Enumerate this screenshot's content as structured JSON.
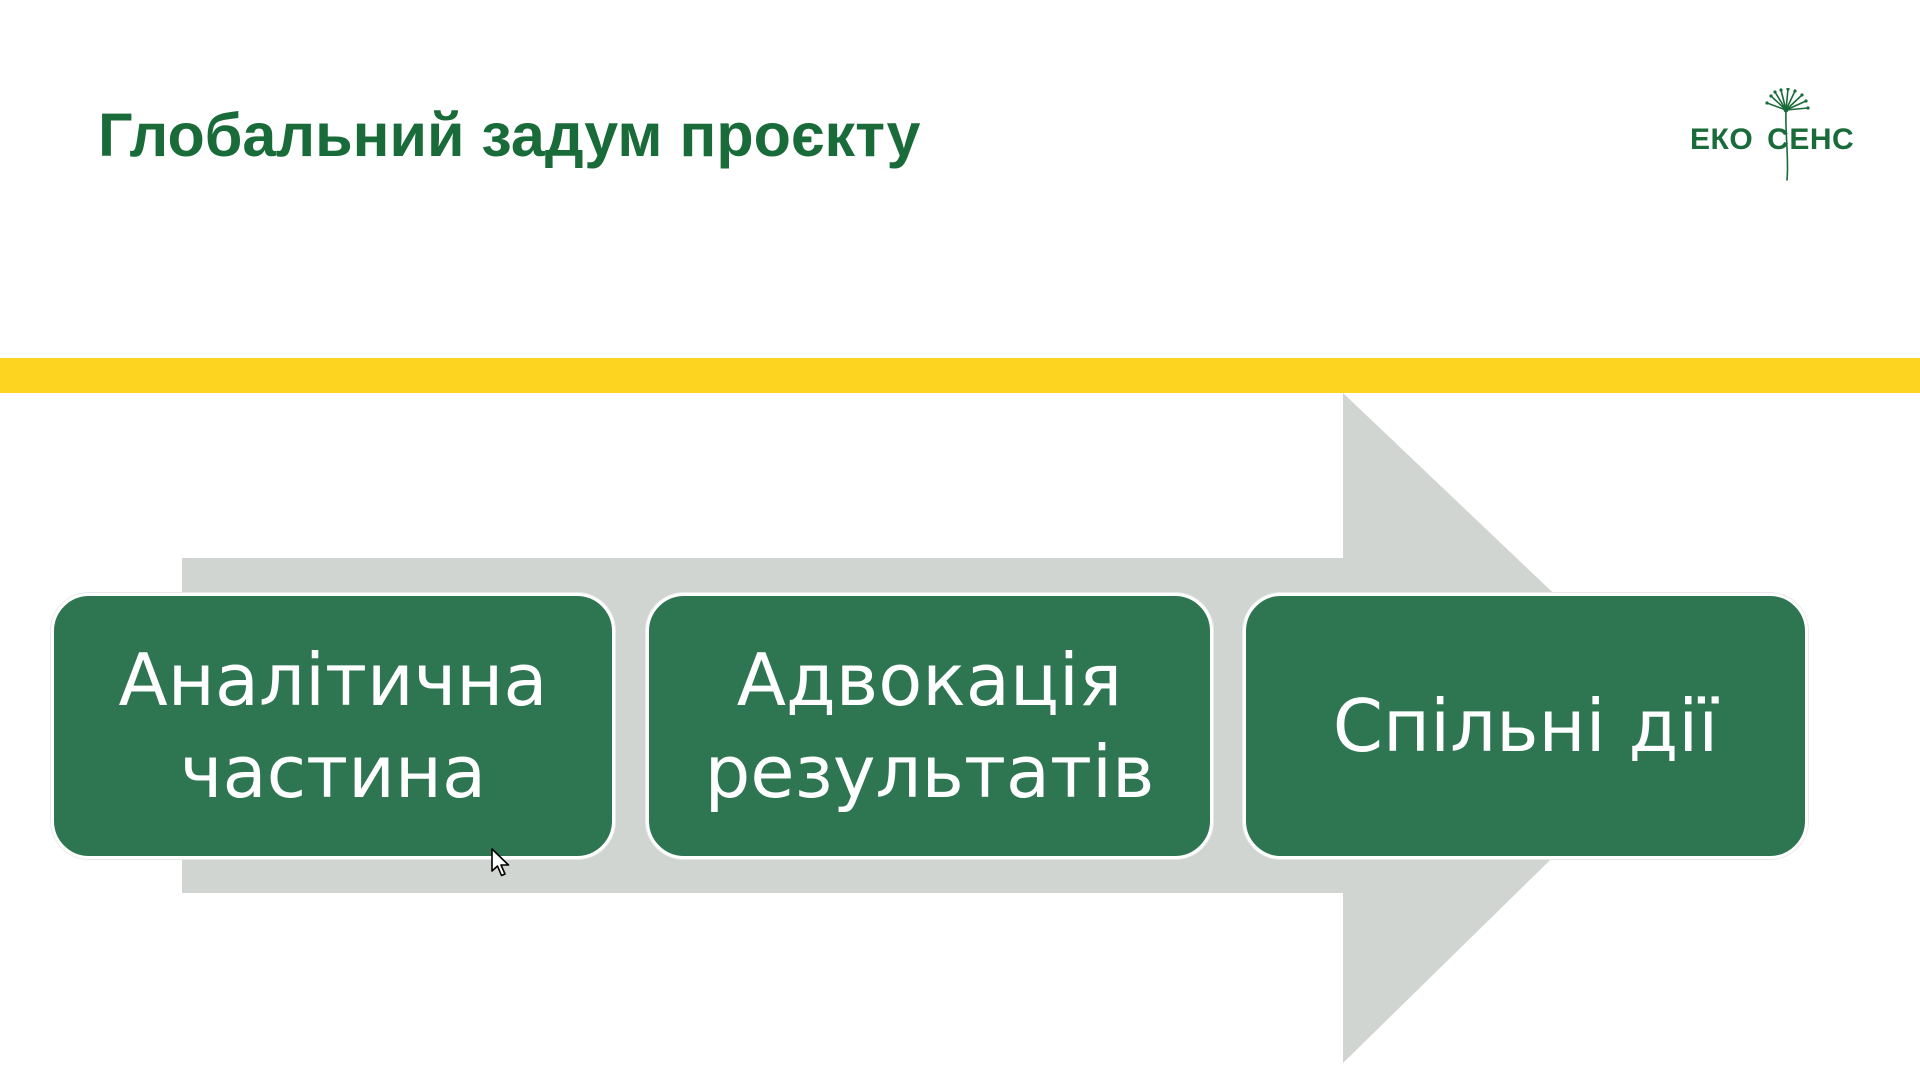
{
  "slide": {
    "title": "Глобальний задум проєкту",
    "logo": {
      "text_left": "ЕКО",
      "text_right": "СЕНС",
      "icon": "dandelion-icon"
    },
    "steps": [
      {
        "label": "Аналітична частина"
      },
      {
        "label": "Адвокація результатів"
      },
      {
        "label": "Спільні дії"
      }
    ]
  },
  "colors": {
    "title": "#1a6b3a",
    "accent_bar": "#fdd41f",
    "arrow": "#d1d5d2",
    "box_fill": "#2e7652",
    "box_text": "#ffffff"
  }
}
